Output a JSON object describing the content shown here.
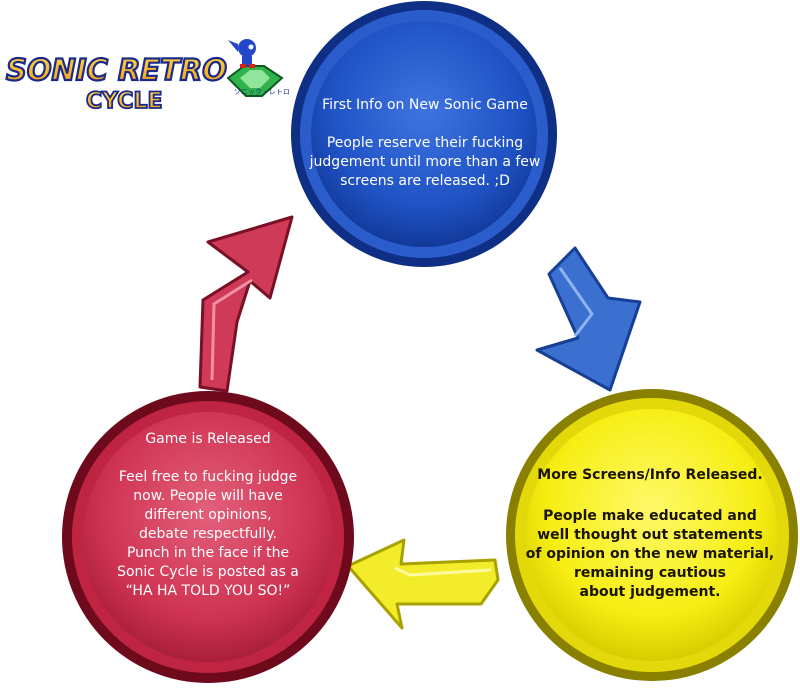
{
  "logo": {
    "brand_line1": "SONIC RETRO",
    "brand_line2": "CYCLE",
    "kana": "ソニック・レトロ"
  },
  "nodes": {
    "top": {
      "title": "First Info on New Sonic Game",
      "body": "People reserve their fucking\njudgement until more than a few\nscreens are released. ;D",
      "color": "#1d4fc0"
    },
    "right": {
      "title": "More Screens/Info Released.",
      "body": "People make educated and\nwell thought out statements\nof opinion on the new material,\nremaining cautious\nabout judgement.",
      "color": "#f3ea16"
    },
    "left": {
      "title": "Game is Released",
      "body": "Feel free to fucking judge\nnow. People will have\ndifferent opinions,\ndebate respectfully.\nPunch in the face if the\nSonic Cycle is posted as a\n“HA HA TOLD YOU SO!”",
      "color": "#cc3050"
    }
  },
  "arrows": {
    "top_to_right": {
      "color": "#3b6fd0"
    },
    "right_to_left": {
      "color": "#f2ec2a"
    },
    "left_to_top": {
      "color": "#cf3a58"
    }
  }
}
